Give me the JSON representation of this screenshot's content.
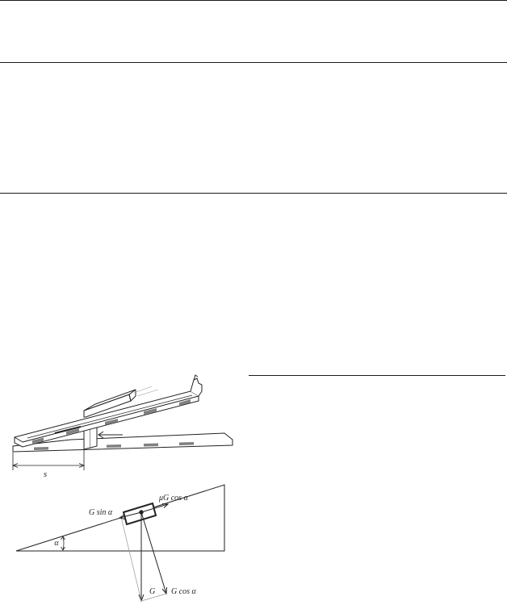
{
  "figure": {
    "ramp_length_label": "s",
    "incline_angle_label": "α",
    "force_labels": {
      "weight": "G",
      "normal_component": "G cos α",
      "parallel_component": "G sin α",
      "friction": "μG cos α"
    }
  },
  "colors": {
    "rule": "#1a1a1a",
    "line": "#222222",
    "stripe": "#808080"
  }
}
